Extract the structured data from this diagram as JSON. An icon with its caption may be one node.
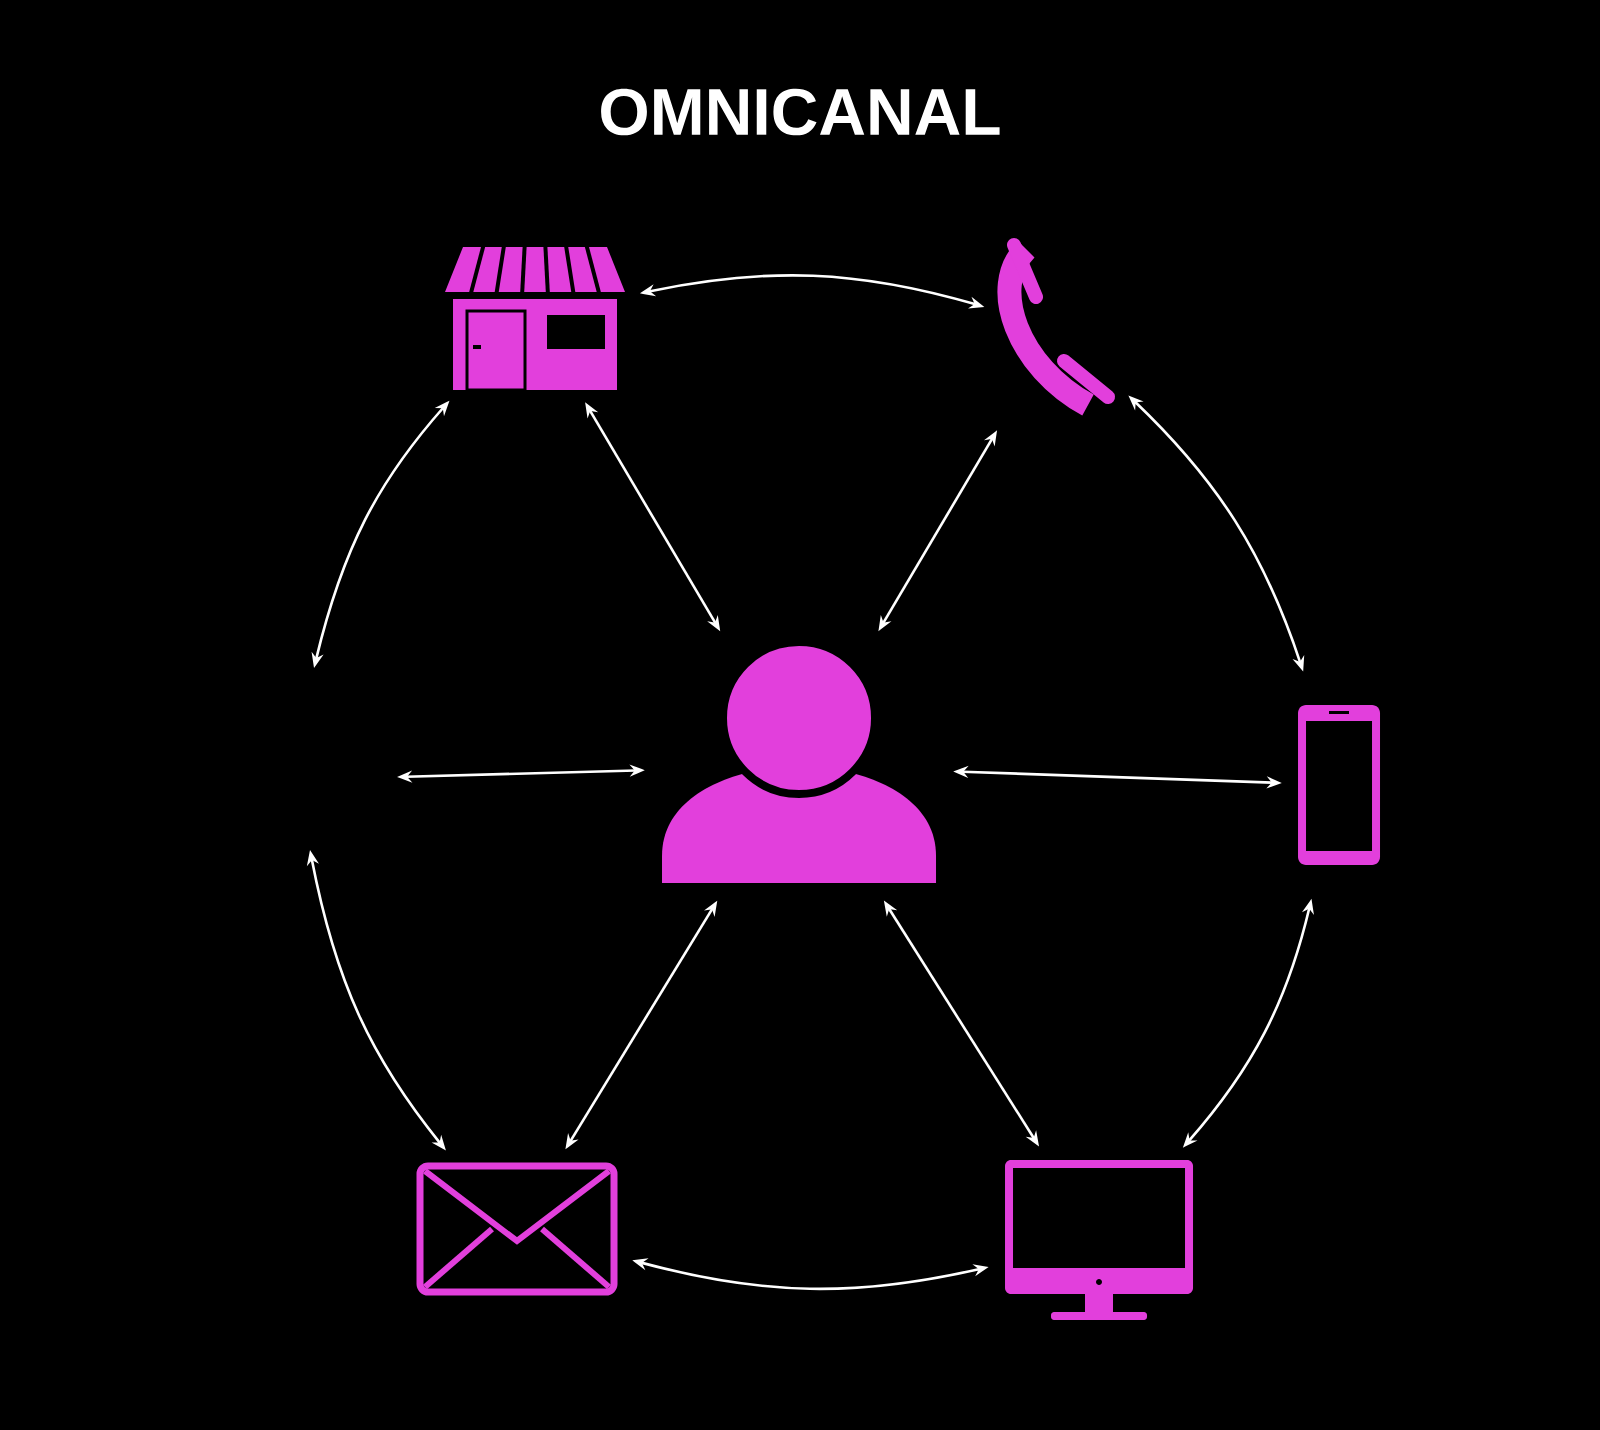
{
  "diagram": {
    "title": "OMNICANAL",
    "nodes": [
      {
        "text": [],
        "shape": "picture"
      },
      {
        "text": [],
        "shape": "picture"
      },
      {
        "text": [],
        "shape": "person"
      },
      {
        "text": [],
        "shape": "picture"
      },
      {
        "text": [],
        "shape": "picture"
      },
      {
        "text": [],
        "shape": "picture"
      }
    ],
    "edges": [
      {
        "from": 0,
        "to": 1,
        "arrow": "both"
      },
      {
        "from": 1,
        "to": 3,
        "arrow": "both"
      },
      {
        "from": 3,
        "to": 5,
        "arrow": "both"
      },
      {
        "from": 5,
        "to": 4,
        "arrow": "both"
      },
      {
        "from": null,
        "to": 4,
        "arrow": "both"
      },
      {
        "from": null,
        "to": 0,
        "arrow": "both"
      },
      {
        "from": 0,
        "to": 2,
        "arrow": "both"
      },
      {
        "from": 1,
        "to": 2,
        "arrow": "both"
      },
      {
        "from": null,
        "to": 2,
        "arrow": "both"
      },
      {
        "from": 2,
        "to": 3,
        "arrow": "both"
      },
      {
        "from": 2,
        "to": 4,
        "arrow": "both"
      },
      {
        "from": 2,
        "to": 5,
        "arrow": "both"
      }
    ]
  }
}
